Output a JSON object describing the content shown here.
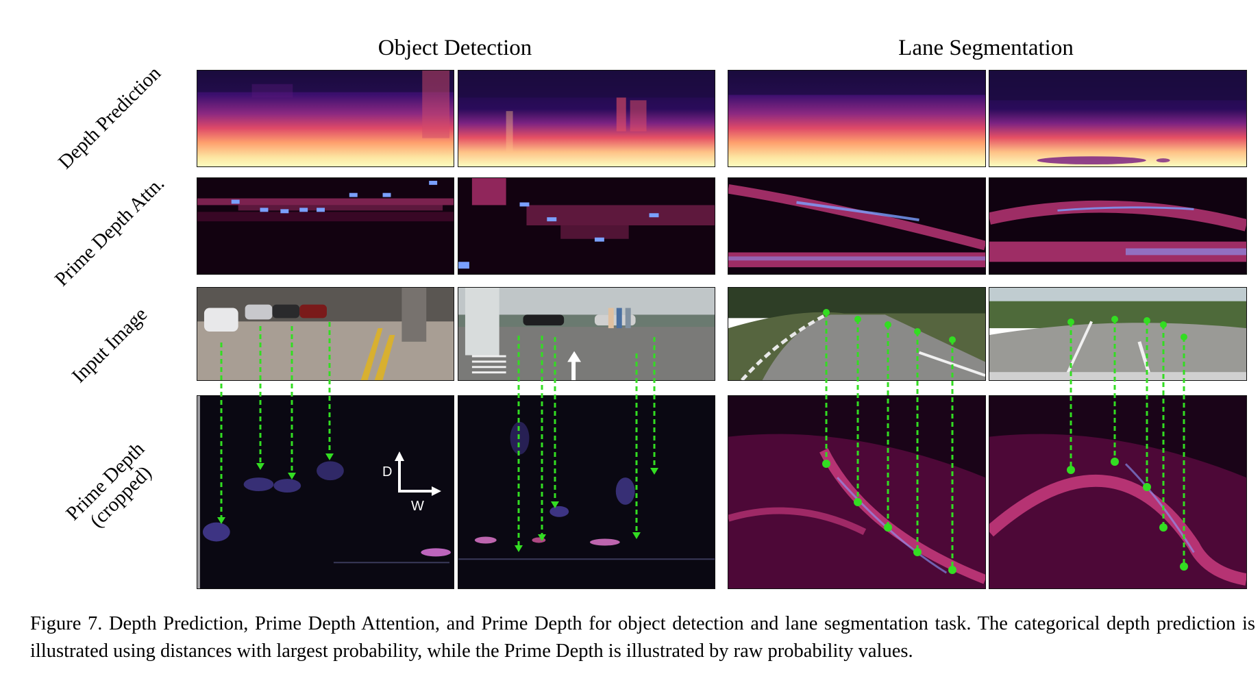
{
  "figure": {
    "columns": {
      "left": "Object Detection",
      "right": "Lane Segmentation"
    },
    "rows": {
      "depth_prediction": "Depth Prediction",
      "prime_depth_attn": "Prime Depth Attn.",
      "input_image": "Input Image",
      "prime_depth_line1": "Prime Depth",
      "prime_depth_line2": "(cropped)"
    },
    "axes": {
      "d": "D",
      "w": "W"
    },
    "arrow_color": "#33dd22"
  },
  "caption": {
    "label": "Figure 7.",
    "text": "Depth Prediction, Prime Depth Attention, and Prime Depth for object detection and lane segmentation task. The categorical depth prediction is illustrated using distances with largest probability, while the Prime Depth is illustrated by raw probability values."
  }
}
